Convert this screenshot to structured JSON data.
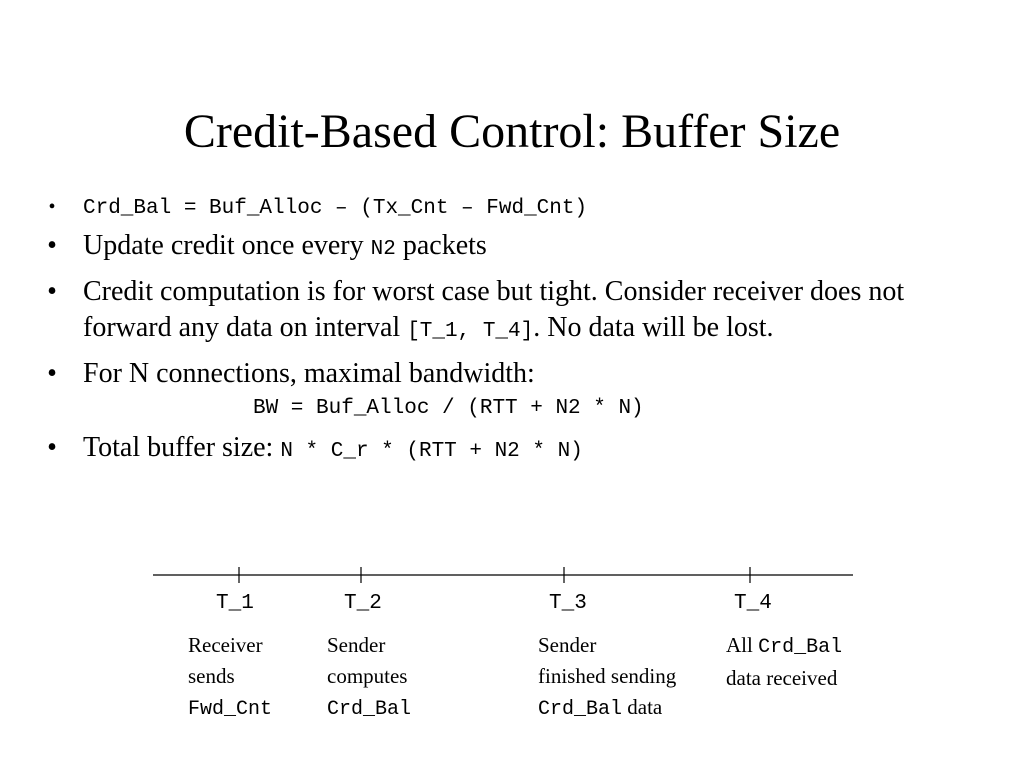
{
  "title": "Credit-Based Control: Buffer Size",
  "bullets": {
    "b1_code": "Crd_Bal = Buf_Alloc – (Tx_Cnt – Fwd_Cnt)",
    "b2_text_before": "Update credit once every ",
    "b2_code": "N2",
    "b2_text_after": " packets",
    "b3_text_before": "Credit computation is for worst case but tight. Consider receiver does not forward any data on interval ",
    "b3_code": "[T_1, T_4]",
    "b3_text_after": ". No data will be lost.",
    "b4_text": "For N connections, maximal bandwidth:",
    "b4_formula": "BW = Buf_Alloc / (RTT + N2 * N)",
    "b5_text": "Total buffer size: ",
    "b5_code": "N * C_r * (RTT + N2 * N)"
  },
  "timeline": {
    "ticks": [
      {
        "label": "T_1",
        "desc_line1": "Receiver",
        "desc_line2": "sends",
        "desc_line3_code": "Fwd_Cnt",
        "desc_line3_text": ""
      },
      {
        "label": "T_2",
        "desc_line1": "Sender",
        "desc_line2": "computes",
        "desc_line3_code": "Crd_Bal",
        "desc_line3_text": ""
      },
      {
        "label": "T_3",
        "desc_line1": "Sender",
        "desc_line2": "finished sending",
        "desc_line3_code": "Crd_Bal",
        "desc_line3_text": " data"
      },
      {
        "label": "T_4",
        "desc_line1_text": "All ",
        "desc_line1_code": "Crd_Bal",
        "desc_line2": "data received"
      }
    ]
  }
}
